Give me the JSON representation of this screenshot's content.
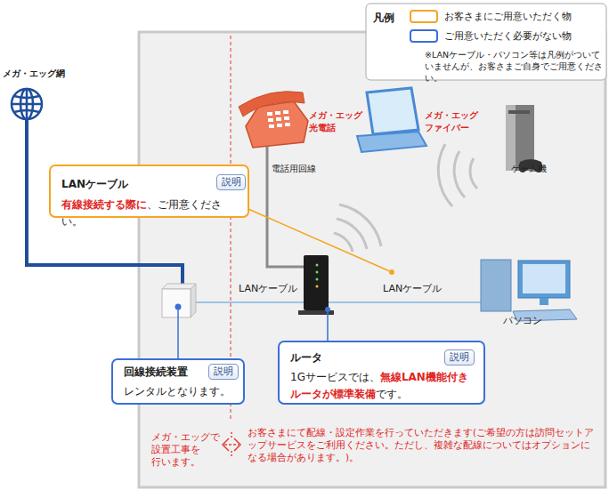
{
  "diagram": {
    "nodes": [
      {
        "text": [
          "LANケーブル",
          "有線接続する際に",
          "、ご用意ください。"
        ]
      },
      {
        "text": [
          "説明"
        ],
        "in": 0
      },
      {
        "text": [
          "回線接続装置",
          "レンタルとなります。"
        ]
      },
      {
        "text": [
          "説明"
        ],
        "in": 2
      },
      {
        "text": [
          "ルータ",
          "1Gサービスでは、",
          "無線LAN機能付きルータが標準装備",
          "です。"
        ]
      },
      {
        "text": [
          "説明"
        ],
        "in": 4
      }
    ],
    "labels": [
      "メガ・エッグ網",
      "メガ・エッグ 光電話",
      "メガ・エッグ ファイバー",
      "ゲーム機",
      "電話用回線",
      "LANケーブル",
      "LANケーブル",
      "パソコン",
      "凡例",
      "※LANケーブル・パソコン等は凡例がついていませんが、お客さまご自身でご用意ください。",
      "メガ・エッグで 設置工事を 行います。",
      "お客さまにて配線・設定作業を行っていただきます(ご希望の方は訪問セットアップサービスをご利用ください。ただし、複雑な配線についてはオプションになる場合があります。)。"
    ],
    "legend": [
      {
        "text": "お客さまにご用意いただく物",
        "color": "#f5a623"
      },
      {
        "text": "ご用意いただく必要がない物",
        "color": "#3b6fd6"
      }
    ]
  }
}
